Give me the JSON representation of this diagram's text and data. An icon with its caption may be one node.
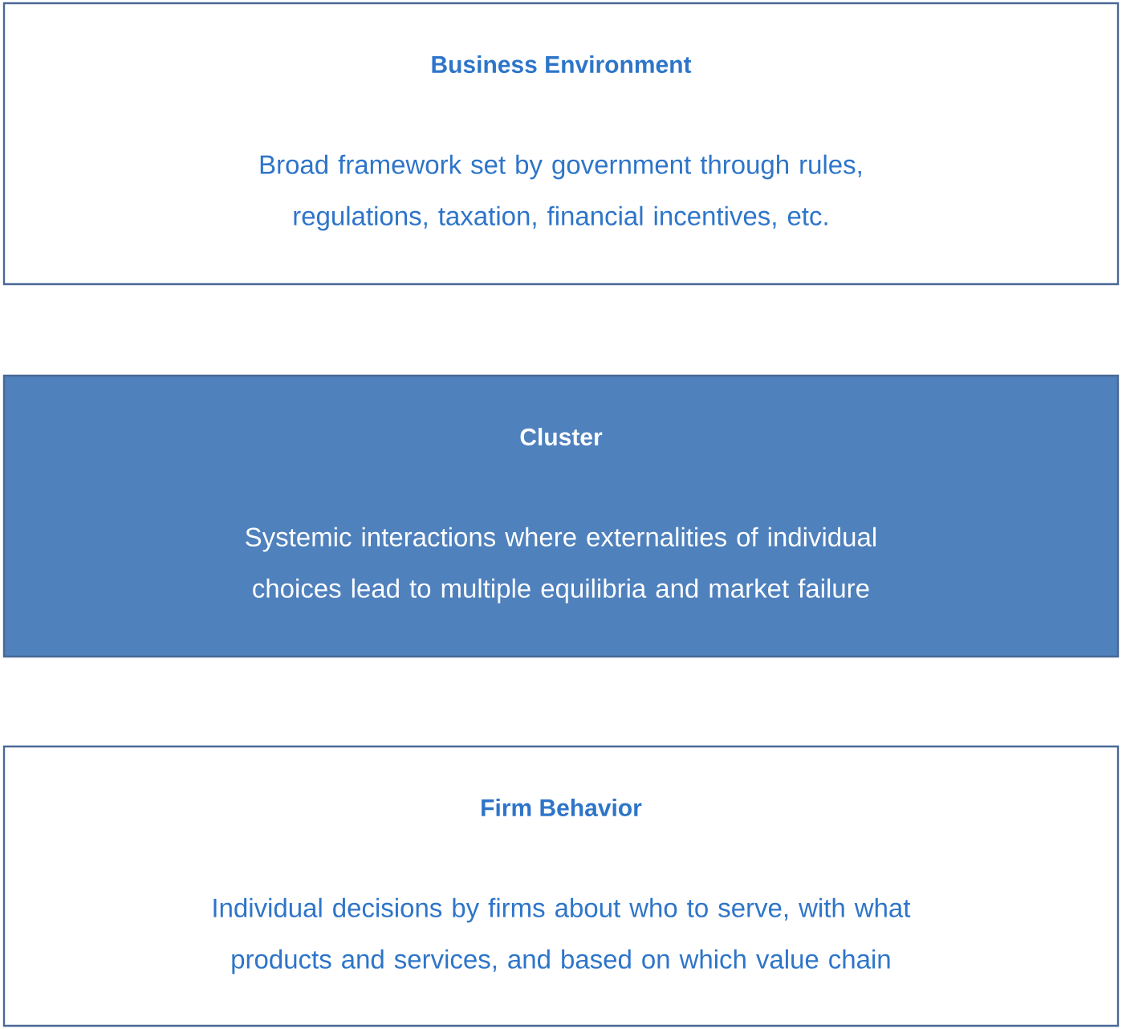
{
  "diagram": {
    "nodes": [
      {
        "text": [
          "Business  Environment",
          "Broad framework set by government  through rules, regulations, taxation, financial incentives, etc."
        ]
      },
      {
        "text": [
          "Cluster",
          "Systemic interactions where externalities of individual choices lead to   multiple equilibria and market failure"
        ]
      },
      {
        "text": [
          "Firm Behavior",
          "Individual decisions by firms about who to serve,  with what products and services, and based on which value chain"
        ]
      }
    ]
  }
}
